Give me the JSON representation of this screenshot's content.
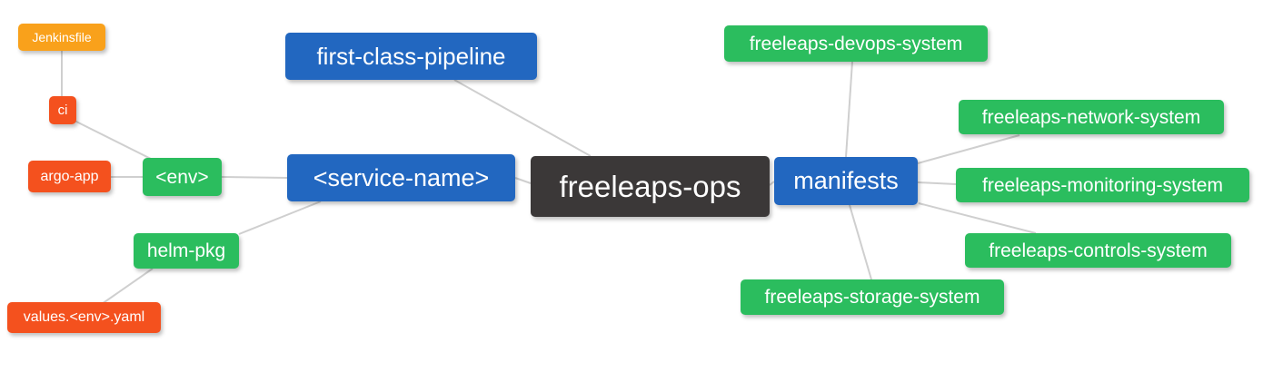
{
  "diagram": {
    "kind": "mindmap",
    "root_label": "freeleaps-ops",
    "background": "#ffffff"
  },
  "palette": {
    "orange": "#F9A11B",
    "red": "#F4511E",
    "green": "#2BBD5E",
    "blue": "#2267C0",
    "dark": "#3B3838",
    "edge_line": "#CFCFCF",
    "text": "#FFFFFF"
  },
  "nodes": [
    {
      "id": "jenkinsfile",
      "label": "Jenkinsfile",
      "color": "orange"
    },
    {
      "id": "ci",
      "label": "ci",
      "color": "red"
    },
    {
      "id": "argo-app",
      "label": "argo-app",
      "color": "red"
    },
    {
      "id": "env",
      "label": "<env>",
      "color": "green"
    },
    {
      "id": "helm-pkg",
      "label": "helm-pkg",
      "color": "green"
    },
    {
      "id": "values-env-yaml",
      "label": "values.<env>.yaml",
      "color": "red"
    },
    {
      "id": "first-class-pipeline",
      "label": "first-class-pipeline",
      "color": "blue"
    },
    {
      "id": "service-name",
      "label": "<service-name>",
      "color": "blue"
    },
    {
      "id": "freeleaps-ops",
      "label": "freeleaps-ops",
      "color": "dark"
    },
    {
      "id": "manifests",
      "label": "manifests",
      "color": "blue"
    },
    {
      "id": "freeleaps-devops-system",
      "label": "freeleaps-devops-system",
      "color": "green"
    },
    {
      "id": "freeleaps-network-system",
      "label": "freeleaps-network-system",
      "color": "green"
    },
    {
      "id": "freeleaps-monitoring-system",
      "label": "freeleaps-monitoring-system",
      "color": "green"
    },
    {
      "id": "freeleaps-controls-system",
      "label": "freeleaps-controls-system",
      "color": "green"
    },
    {
      "id": "freeleaps-storage-system",
      "label": "freeleaps-storage-system",
      "color": "green"
    }
  ],
  "edges": [
    {
      "from": "Jenkinsfile",
      "to": "ci"
    },
    {
      "from": "ci",
      "to": "<env>"
    },
    {
      "from": "argo-app",
      "to": "<env>"
    },
    {
      "from": "<env>",
      "to": "<service-name>"
    },
    {
      "from": "helm-pkg",
      "to": "<service-name>"
    },
    {
      "from": "values.<env>.yaml",
      "to": "helm-pkg"
    },
    {
      "from": "first-class-pipeline",
      "to": "freeleaps-ops"
    },
    {
      "from": "<service-name>",
      "to": "freeleaps-ops"
    },
    {
      "from": "freeleaps-ops",
      "to": "manifests"
    },
    {
      "from": "manifests",
      "to": "freeleaps-devops-system"
    },
    {
      "from": "manifests",
      "to": "freeleaps-network-system"
    },
    {
      "from": "manifests",
      "to": "freeleaps-monitoring-system"
    },
    {
      "from": "manifests",
      "to": "freeleaps-controls-system"
    },
    {
      "from": "manifests",
      "to": "freeleaps-storage-system"
    }
  ]
}
